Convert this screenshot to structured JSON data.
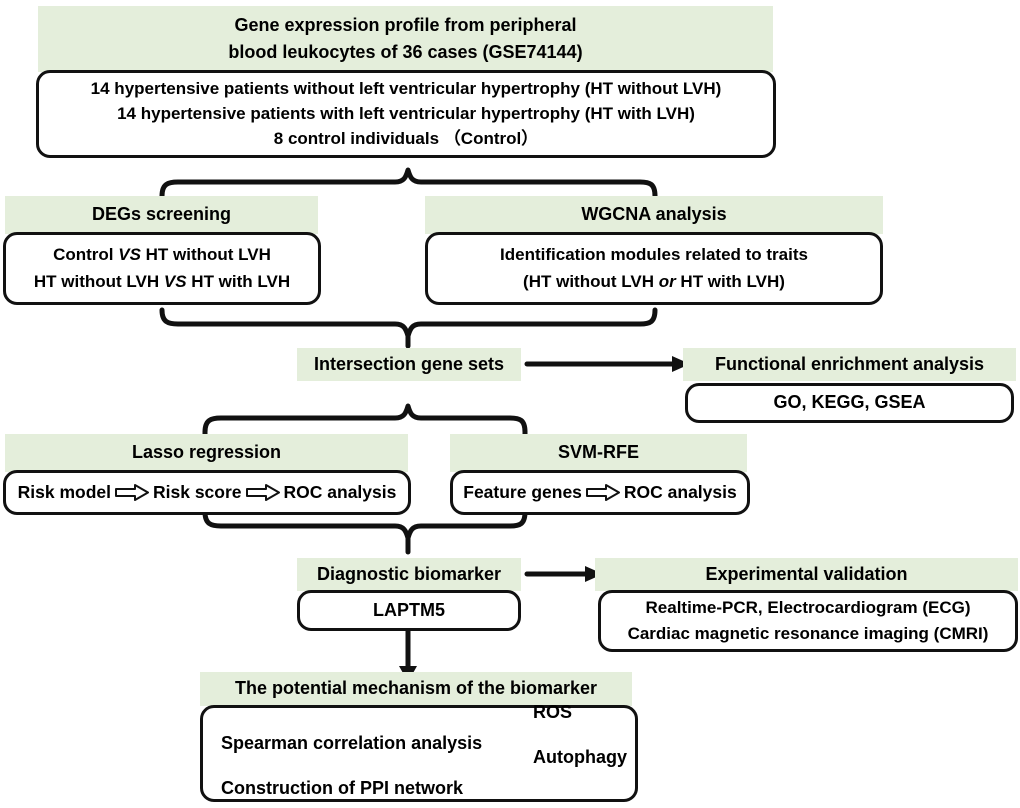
{
  "figure": {
    "type": "flowchart",
    "title": "Study workflow for identification of diagnostic biomarker in hypertensive left ventricular hypertrophy",
    "accent_green": "#e4eedb",
    "line_color": "#111111"
  },
  "nodes": {
    "dataset": {
      "header_line1": "Gene expression profile from peripheral",
      "header_line2": "blood leukocytes of 36 cases (GSE74144)",
      "body_line1": "14 hypertensive patients without  left ventricular hypertrophy (HT without LVH)",
      "body_line2": "14 hypertensive patients with  left ventricular hypertrophy (HT with LVH)",
      "body_line3": "8 control individuals  （Control）"
    },
    "degs": {
      "header": "DEGs screening",
      "body_line1_a": "Control ",
      "body_line1_vs": "VS",
      "body_line1_b": " HT without LVH",
      "body_line2_a": "HT without LVH ",
      "body_line2_vs": "VS",
      "body_line2_b": " HT with LVH"
    },
    "wgcna": {
      "header": "WGCNA analysis",
      "body_line1": "Identification modules related to traits",
      "body_line2_a": "(HT without LVH ",
      "body_line2_or": "or",
      "body_line2_b": " HT with LVH)"
    },
    "intersection": {
      "header": "Intersection gene sets"
    },
    "functional": {
      "header": "Functional enrichment analysis",
      "body": "GO, KEGG, GSEA"
    },
    "lasso": {
      "header": "Lasso regression",
      "step1": "Risk model",
      "step2": "Risk score",
      "step3": "ROC analysis"
    },
    "svm": {
      "header": "SVM-RFE",
      "step1": "Feature genes",
      "step2": "ROC analysis"
    },
    "biomarker": {
      "header": "Diagnostic biomarker",
      "body": "LAPTM5"
    },
    "validation": {
      "header": "Experimental validation",
      "body_line1": "Realtime-PCR, Electrocardiogram (ECG)",
      "body_line2": "Cardiac magnetic resonance imaging (CMRI)"
    },
    "mechanism": {
      "header": "The potential mechanism of the biomarker",
      "body_line1": "Spearman correlation analysis",
      "body_line2": "Construction of PPI network",
      "branch_top": "ROS",
      "branch_bottom": "Autophagy"
    }
  }
}
